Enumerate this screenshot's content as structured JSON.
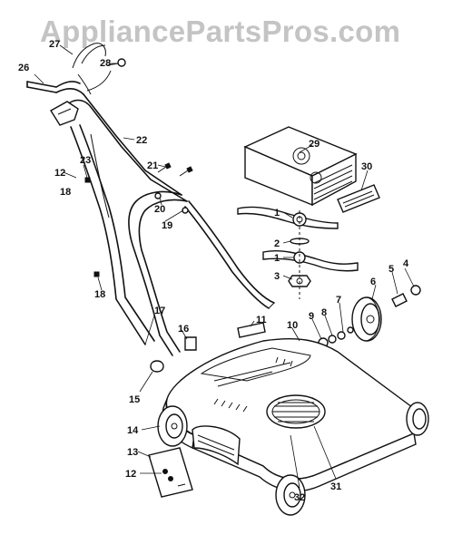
{
  "watermark": "AppliancePartsPros.com",
  "callouts": {
    "c1a": "1",
    "c1b": "1",
    "c2": "2",
    "c3": "3",
    "c4": "4",
    "c5": "5",
    "c6": "6",
    "c7": "7",
    "c8": "8",
    "c9": "9",
    "c10": "10",
    "c11": "11",
    "c12a": "12",
    "c12b": "12",
    "c13": "13",
    "c14": "14",
    "c15": "15",
    "c16": "16",
    "c17": "17",
    "c18a": "18",
    "c18b": "18",
    "c19": "19",
    "c20": "20",
    "c21": "21",
    "c22": "22",
    "c23": "23",
    "c26": "26",
    "c27": "27",
    "c28": "28",
    "c29": "29",
    "c30": "30",
    "c31": "31",
    "c32": "32"
  },
  "colors": {
    "watermark": "#c4c4c4",
    "ink": "#111111",
    "paper": "#ffffff"
  }
}
